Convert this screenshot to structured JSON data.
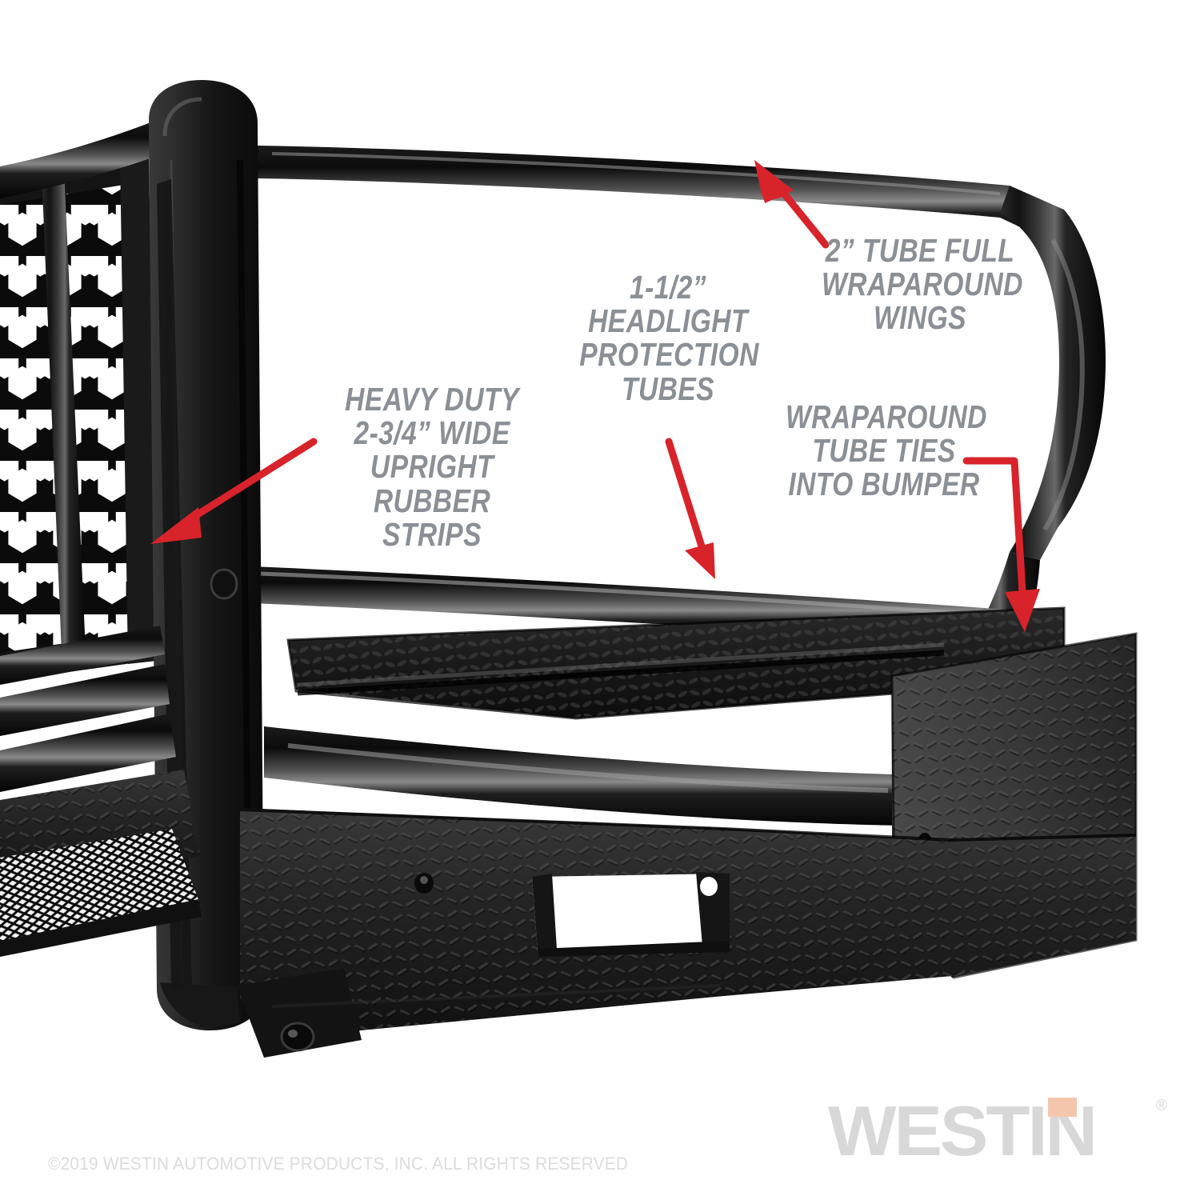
{
  "image": {
    "kind": "product-photo-with-callouts",
    "subject": "black steel truck front bumper with grille guard",
    "background_color": "#ffffff",
    "callout_text_color": "#8b9096",
    "arrow_color": "#d8232a",
    "product_color": "#0d0d0d"
  },
  "callouts": [
    {
      "id": "wraparound-wings",
      "text": "2” TUBE FULL\nWRAPAROUND\nWINGS",
      "arrow": "up-left"
    },
    {
      "id": "headlight-tubes",
      "text": "1-1/2”\nHEADLIGHT\nPROTECTION\nTUBES",
      "arrow": "down-right"
    },
    {
      "id": "rubber-strips",
      "text": "HEAVY DUTY\n2-3/4” WIDE\nUPRIGHT RUBBER\nSTRIPS",
      "arrow": "down-left"
    },
    {
      "id": "tube-ties",
      "text": "WRAPAROUND\nTUBE TIES\nINTO BUMPER",
      "arrow": "elbow-down"
    }
  ],
  "branding": {
    "logo_text": "WESTIN",
    "registered_mark": "®",
    "logo_color": "#d8d8d8",
    "logo_accent_color": "#f5c6ae",
    "copyright": "©2019 WESTIN AUTOMOTIVE PRODUCTS, INC. ALL RIGHTS RESERVED"
  }
}
